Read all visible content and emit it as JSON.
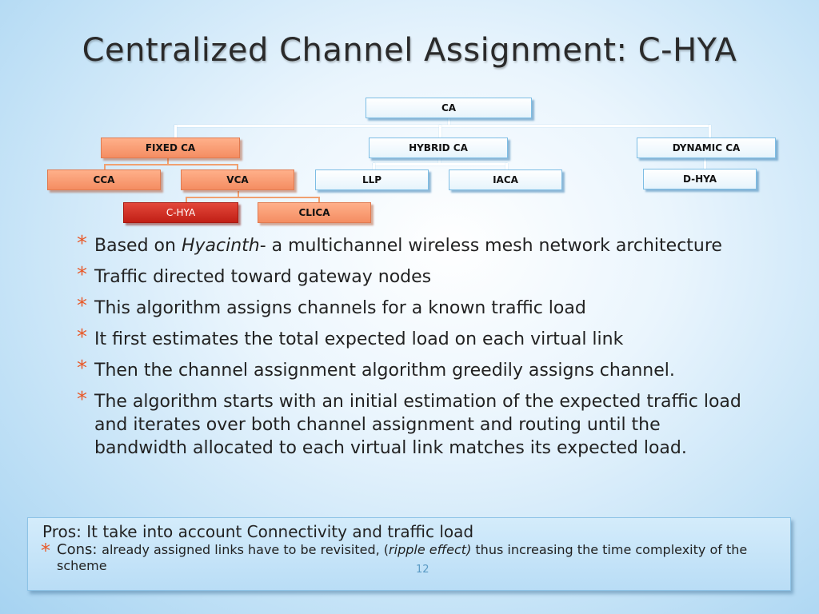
{
  "slide": {
    "title": "Centralized Channel Assignment: C-HYA",
    "page_number": "12"
  },
  "diagram": {
    "root": "CA",
    "fixed": "FIXED CA",
    "hybrid": "HYBRID CA",
    "dynamic": "DYNAMIC CA",
    "cca": "CCA",
    "vca": "VCA",
    "llp": "LLP",
    "iaca": "IACA",
    "dhya": "D-HYA",
    "chya": "C-HYA",
    "clica": "CLICA"
  },
  "bullets": {
    "b1_pre": "Based on ",
    "b1_italic": "Hyacinth",
    "b1_post": "- a multichannel wireless mesh network architecture",
    "b2": "Traffic directed toward gateway nodes",
    "b3": "This algorithm assigns channels for  a known traffic load",
    "b4": "It first estimates the total expected load on each virtual link",
    "b5": " Then the channel assignment algorithm greedily assigns channel.",
    "b6": " The algorithm starts with an initial estimation of the expected traffic load and iterates over both channel assignment and routing until the bandwidth allocated to each virtual link matches its expected load."
  },
  "pros_cons": {
    "pros": "Pros: It take into account Connectivity and  traffic load",
    "cons_label": "Cons: ",
    "cons_pre": "already assigned links have to be revisited, (",
    "cons_italic": "ripple effect)",
    "cons_post": " thus increasing the time complexity of the scheme"
  },
  "colors": {
    "accent_star": "#e85a2a",
    "highlight_node": "#c11f16",
    "orange_node": "#f48d62"
  }
}
